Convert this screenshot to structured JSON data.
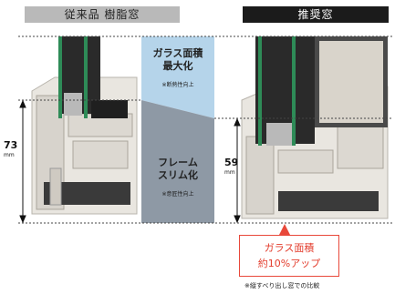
{
  "headers": {
    "left": "従来品 樹脂窓",
    "right": "推奨窓"
  },
  "glass_area": {
    "title_line1": "ガラス面積",
    "title_line2": "最大化",
    "note": "※断熱性向上"
  },
  "frame": {
    "title_line1": "フレーム",
    "title_line2": "スリム化",
    "note": "※意匠性向上"
  },
  "dimensions": {
    "left_value": "73",
    "left_unit": "mm",
    "right_value": "59",
    "right_unit": "mm"
  },
  "callout": {
    "line1": "ガラス面積",
    "line2": "約10%アップ"
  },
  "footnote": "※縦すべり出し窓での比較",
  "colors": {
    "glass_panel": "#b5d4ea",
    "frame_panel": "#8e99a5",
    "glass_edge": "#2e8b57",
    "callout_red": "#e33c2c",
    "header_left": "#b9b9b9",
    "header_right": "#1b1b1b"
  }
}
